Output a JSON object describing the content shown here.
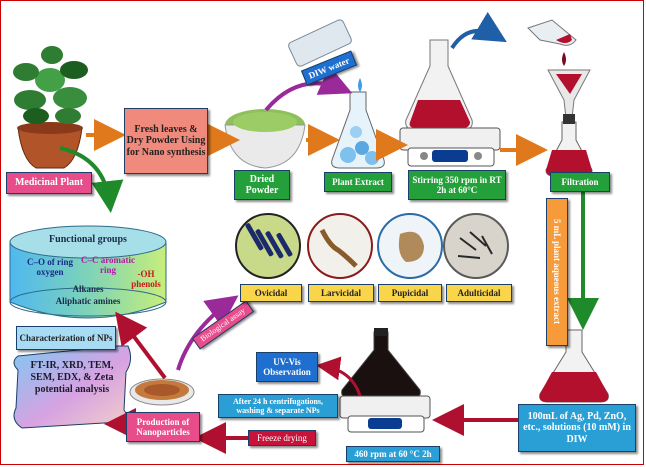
{
  "steps": {
    "medicinal_plant": "Medicinal Plant",
    "fresh_leaves": "Fresh leaves & Dry Powder Using for Nano synthesis",
    "dried_powder": "Dried Powder",
    "diw_water": "DIW water",
    "plant_extract": "Plant Extract",
    "stirring": "Stirring 350 rpm in RT 2h at 60°C",
    "filtration": "Filtration",
    "aqueous_extract": "5 mL plant aqueous extract",
    "metal_solution": "100mL of Ag, Pd, ZnO, etc., solutions (10 mM) in DIW",
    "stir_460": "460 rpm at 60 °C 2h",
    "uv_vis": "UV-Vis Observation",
    "centrifuge": "After 24 h centrifugations, washing & separate NPs",
    "freeze_drying": "Freeze drying",
    "production": "Production of Nanoparticles",
    "biological_assay": "Biological assay",
    "characterization": "Characterization of NPs",
    "techniques": "FT-IR, XRD, TEM, SEM, EDX, & Zeta potential analysis"
  },
  "functional_groups": {
    "title": "Functional groups",
    "co_ring": "C–O of ring oxygen",
    "cc_aromatic": "C–C aromatic ring",
    "oh_phenols": "-OH phenols",
    "alkanes": "Alkanes",
    "amines": "Aliphatic amines"
  },
  "assays": [
    "Ovicidal",
    "Larvicidal",
    "Pupicidal",
    "Adulticidal"
  ],
  "colors": {
    "arrow_orange": "#e0781c",
    "arrow_crimson": "#b01030",
    "arrow_green": "#1e8a2a",
    "arrow_purple": "#9a2a9a",
    "extract_red": "#b3102e",
    "nps_dark": "#1a1010"
  }
}
